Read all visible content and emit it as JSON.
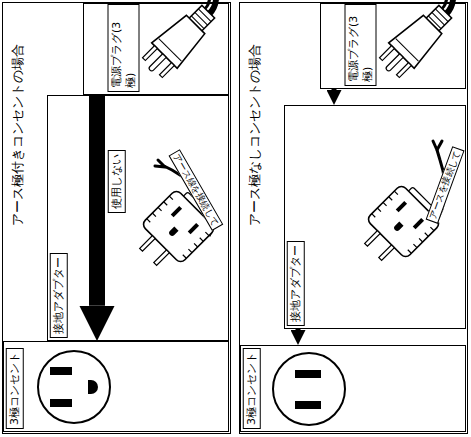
{
  "diagram": {
    "nodes": [
      {
        "text": [
          "アース極付きコンセントの場合"
        ]
      },
      {
        "text": [
          "電源プラグ(3極)"
        ],
        "in": 0
      },
      {
        "text": [
          "接地アダプター"
        ],
        "in": 0
      },
      {
        "text": [
          "3極コンセント"
        ],
        "in": 0
      },
      {
        "text": [
          "アース極なしコンセントの場合"
        ]
      },
      {
        "text": [
          "電源プラグ(3極)"
        ],
        "in": 4
      },
      {
        "text": [
          "接地アダプター"
        ],
        "in": 4
      },
      {
        "text": [
          "3極コンセント"
        ],
        "in": 4
      }
    ],
    "edges": [
      {
        "from": 1,
        "to": 3,
        "arrow": "to"
      },
      {
        "from": 5,
        "to": 6,
        "arrow": "to"
      },
      {
        "from": 6,
        "to": 7,
        "arrow": "to"
      }
    ],
    "labels": [
      "使用しない",
      "アース線を接続して",
      "アースを接続して"
    ]
  }
}
